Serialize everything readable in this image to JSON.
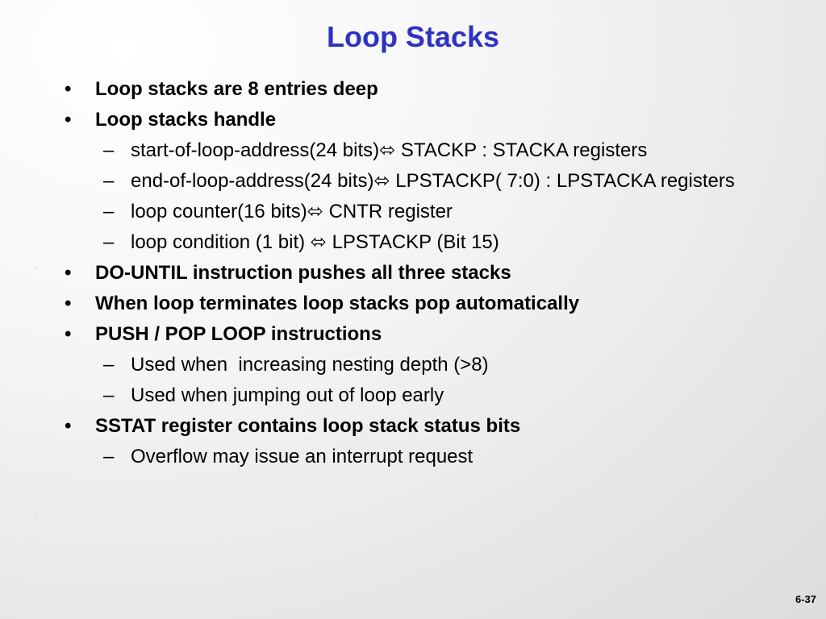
{
  "slide": {
    "title": "Loop Stacks",
    "page_number": "6-37",
    "bullets": [
      {
        "level": 1,
        "marker": "•",
        "text": "Loop stacks are 8 entries deep"
      },
      {
        "level": 1,
        "marker": "•",
        "text": "Loop stacks handle"
      },
      {
        "level": 2,
        "marker": "–",
        "text": "start-of-loop-address(24 bits)⬄ STACKP : STACKA registers"
      },
      {
        "level": 2,
        "marker": "–",
        "text": "end-of-loop-address(24 bits)⬄ LPSTACKP( 7:0) : LPSTACKA registers"
      },
      {
        "level": 2,
        "marker": "–",
        "text": "loop counter(16 bits)⬄ CNTR register"
      },
      {
        "level": 2,
        "marker": "–",
        "text": "loop condition (1 bit) ⬄ LPSTACKP (Bit 15)"
      },
      {
        "level": 1,
        "marker": "•",
        "text": "DO-UNTIL instruction pushes all three stacks"
      },
      {
        "level": 1,
        "marker": "•",
        "text": "When loop terminates loop stacks pop automatically"
      },
      {
        "level": 1,
        "marker": "•",
        "text": "PUSH / POP LOOP instructions"
      },
      {
        "level": 2,
        "marker": "–",
        "text": "Used when  increasing nesting depth (>8)"
      },
      {
        "level": 2,
        "marker": "–",
        "text": "Used when jumping out of loop early"
      },
      {
        "level": 1,
        "marker": "•",
        "text": "SSTAT register contains loop stack status bits"
      },
      {
        "level": 2,
        "marker": "–",
        "text": "Overflow may issue an interrupt request"
      }
    ]
  }
}
